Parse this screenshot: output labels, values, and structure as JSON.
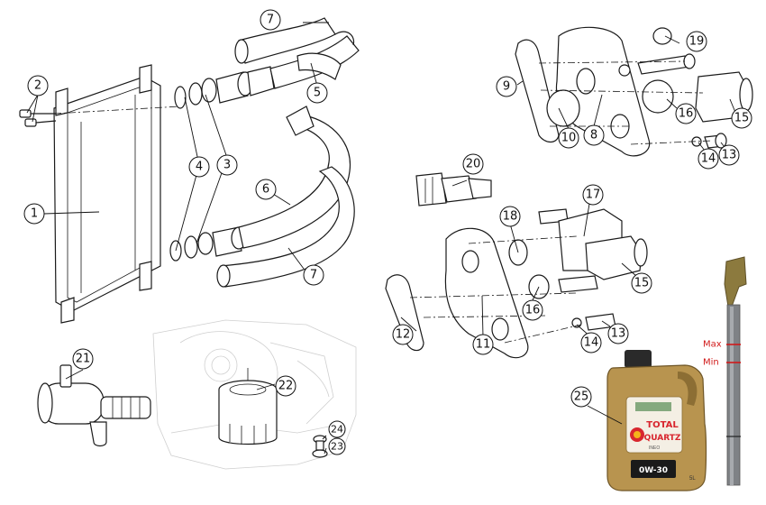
{
  "callouts": {
    "c1": "1",
    "c2": "2",
    "c3": "3",
    "c4": "4",
    "c5": "5",
    "c6": "6",
    "c7a": "7",
    "c7b": "7",
    "c8": "8",
    "c9": "9",
    "c10": "10",
    "c11": "11",
    "c12": "12",
    "c13a": "13",
    "c13b": "13",
    "c14a": "14",
    "c14b": "14",
    "c15a": "15",
    "c15b": "15",
    "c16a": "16",
    "c16b": "16",
    "c17": "17",
    "c18": "18",
    "c19": "19",
    "c20": "20",
    "c21": "21",
    "c22": "22",
    "c23": "23",
    "c24": "24",
    "c25": "25"
  },
  "dipstick": {
    "max_label": "Max",
    "min_label": "Min"
  },
  "oil_bottle": {
    "brand_line1": "TOTAL",
    "brand_line2": "QUARTZ",
    "product": "INEO",
    "viscosity": "0W-30",
    "volume": "5L"
  },
  "colors": {
    "line": "#1a1a1a",
    "ghost": "#cfcfcf",
    "dipstick_mark": "#d11a1a",
    "bottle_gold": "#b8944f",
    "bottle_red": "#d8262e"
  }
}
